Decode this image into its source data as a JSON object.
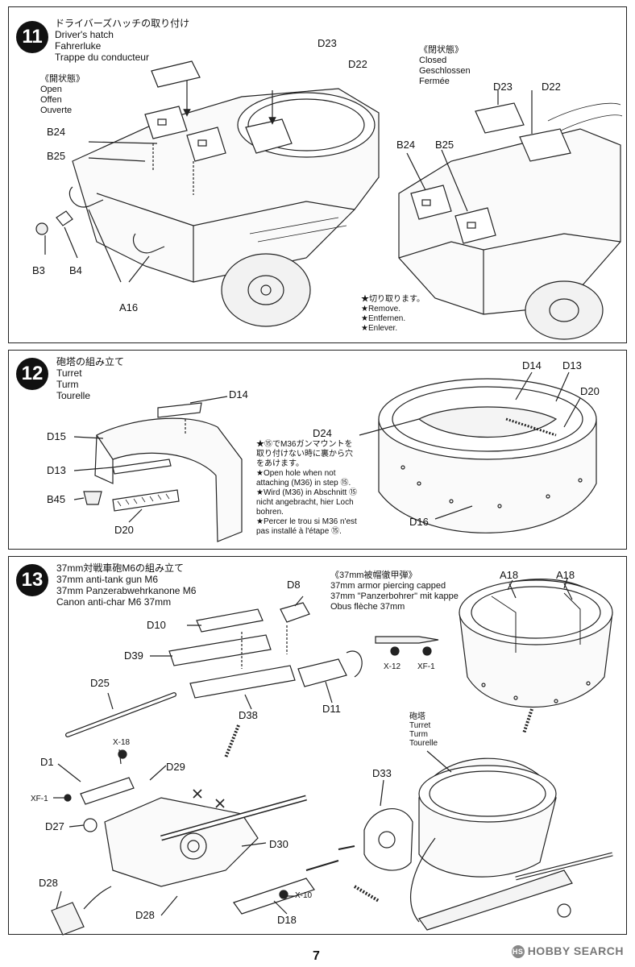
{
  "steps": [
    {
      "number": "11",
      "title_jp": "ドライバーズハッチの取り付け",
      "title_en": "Driver's hatch",
      "title_de": "Fahrerluke",
      "title_fr": "Trappe du conducteur",
      "left_state": {
        "jp": "《開状態》",
        "en": "Open",
        "de": "Offen",
        "fr": "Ouverte"
      },
      "right_state": {
        "jp": "《閉状態》",
        "en": "Closed",
        "de": "Geschlossen",
        "fr": "Fermée"
      },
      "left_labels": [
        "D23",
        "D22",
        "B24",
        "B25",
        "B3",
        "B4",
        "A16"
      ],
      "right_labels": [
        "D23",
        "D22",
        "B24",
        "B25"
      ],
      "remove_note": {
        "jp": "★切り取ります。",
        "en": "★Remove.",
        "de": "★Entfernen.",
        "fr": "★Enlever."
      }
    },
    {
      "number": "12",
      "title_jp": "砲塔の組み立て",
      "title_en": "Turret",
      "title_de": "Turm",
      "title_fr": "Tourelle",
      "left_labels": [
        "D14",
        "D15",
        "D13",
        "B45",
        "D20"
      ],
      "right_labels": [
        "D14",
        "D13",
        "D20",
        "D24",
        "D16"
      ],
      "notes": [
        "★⑮でM36ガンマウントを取り付けない時に裏から穴をあけます。",
        "★Open hole when not attaching (M36) in step ⑮.",
        "★Wird (M36) in Abschnitt ⑮ nicht angebracht, hier Loch bohren.",
        "★Percer le trou si M36 n'est pas installé à l'étape ⑮."
      ]
    },
    {
      "number": "13",
      "title_jp": "37mm対戦車砲M6の組み立て",
      "title_en": "37mm anti-tank gun M6",
      "title_de": "37mm Panzerabwehrkanone M6",
      "title_fr": "Canon anti-char M6 37mm",
      "ammo": {
        "jp": "《37mm被帽徹甲弾》",
        "en": "37mm armor piercing capped",
        "de": "37mm \"Panzerbohrer\" mit kappe",
        "fr": "Obus flèche 37mm"
      },
      "ammo_labels": [
        "X-12",
        "XF-1"
      ],
      "turret_caption": {
        "jp": "砲塔",
        "en": "Turret",
        "de": "Turm",
        "fr": "Tourelle"
      },
      "gun_labels": [
        "D8",
        "D10",
        "D39",
        "D25",
        "D38",
        "D11",
        "X-18",
        "D1",
        "XF-1",
        "D29",
        "D27",
        "D30",
        "D28",
        "D28",
        "X-10",
        "D18"
      ],
      "turret_labels": [
        "A18",
        "A18",
        "D33"
      ]
    }
  ],
  "page_number": "7",
  "watermark": "HOBBY SEARCH"
}
